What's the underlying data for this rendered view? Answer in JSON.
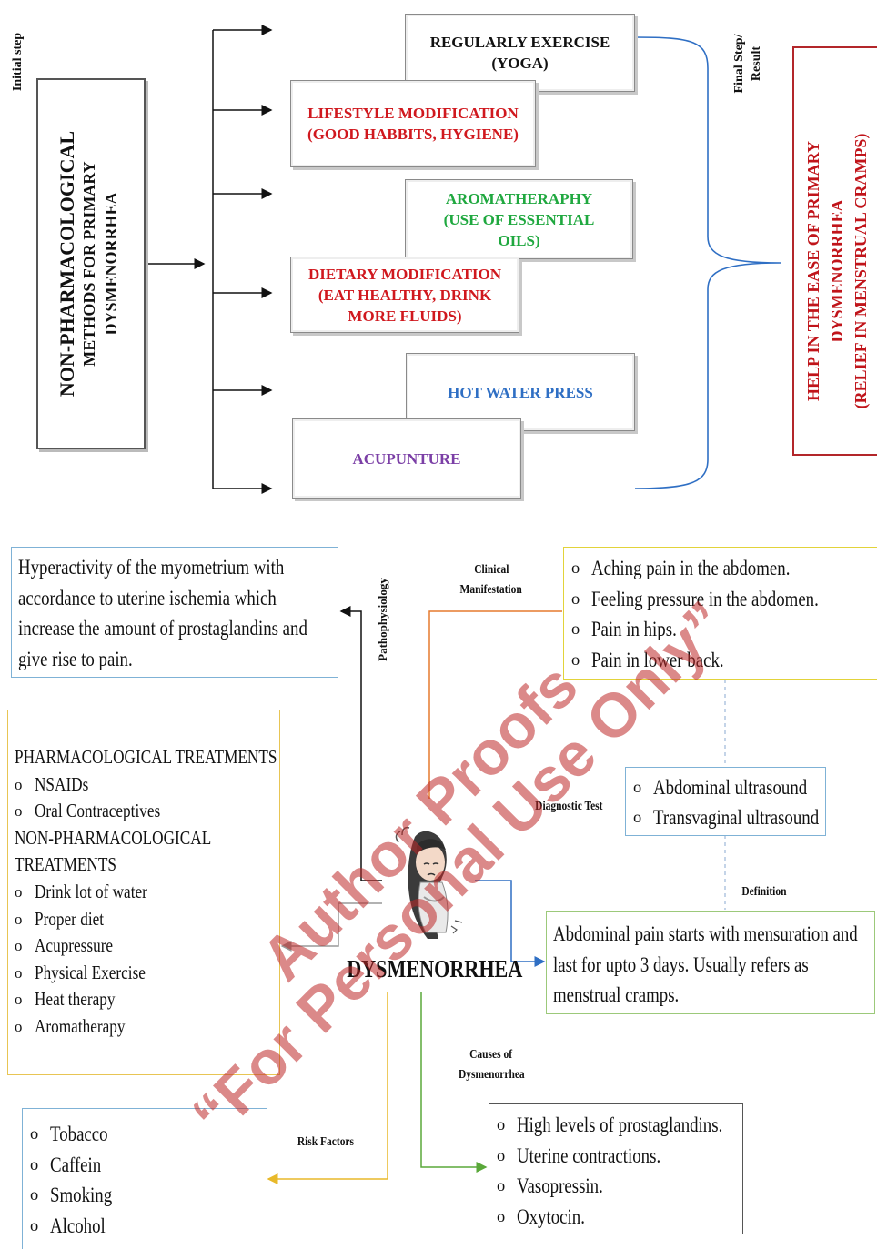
{
  "flow": {
    "initial_step_label": "Initial step",
    "final_step_label_1": "Final Step/",
    "final_step_label_2": "Result",
    "main_box_line1": "NON-PHARMACOLOGICAL",
    "main_box_line2": "METHODS FOR PRIMARY",
    "main_box_line3": "DYSMENORRHEA",
    "methods": [
      {
        "line1": "REGULARLY EXERCISE",
        "line2": "(YOGA)",
        "line3": "",
        "color": "#111111"
      },
      {
        "line1": "LIFESTYLE MODIFICATION",
        "line2": "(GOOD HABBITS, HYGIENE)",
        "line3": "",
        "color": "#d0181e"
      },
      {
        "line1": "AROMATHERAPHY",
        "line2": "(USE OF ESSENTIAL",
        "line3": "OILS)",
        "color": "#1fa83f"
      },
      {
        "line1": "DIETARY MODIFICATION",
        "line2": "(EAT HEALTHY, DRINK",
        "line3": "MORE FLUIDS)",
        "color": "#d0181e"
      },
      {
        "line1": "HOT WATER PRESS",
        "line2": "",
        "line3": "",
        "color": "#2f6fc4"
      },
      {
        "line1": "ACUPUNTURE",
        "line2": "",
        "line3": "",
        "color": "#7b3fa6"
      }
    ],
    "result_line1": "HELP IN THE EASE OF PRIMARY",
    "result_line2": "DYSMENORRHEA",
    "result_line3": "(RELIEF IN MENSTRUAL CRAMPS)",
    "result_color": "#c0141a"
  },
  "mindmap": {
    "center_title": "DYSMENORRHEA",
    "pathophysiology_label": "Pathophysiology",
    "pathophysiology_text_1": "Hyperactivity of the myometrium with",
    "pathophysiology_text_2": "accordance to uterine ischemia which",
    "pathophysiology_text_3": "increase the amount of prostaglandins and",
    "pathophysiology_text_4": "give rise to pain.",
    "clinical_label_1": "Clinical",
    "clinical_label_2": "Manifestation",
    "clinical_items": [
      "Aching pain in the abdomen.",
      "Feeling pressure in the abdomen.",
      "Pain in hips.",
      "Pain in lower back."
    ],
    "diagnostic_label": "Diagnostic Test",
    "diagnostic_items": [
      "Abdominal ultrasound",
      "Transvaginal ultrasound"
    ],
    "definition_label": "Definition",
    "definition_text_1": "Abdominal pain starts with mensuration and",
    "definition_text_2": "last for upto 3 days. Usually refers as",
    "definition_text_3": "menstrual cramps.",
    "treatments_heading_1": "PHARMACOLOGICAL  TREATMENTS",
    "pharma_items": [
      "NSAIDs",
      "Oral Contraceptives"
    ],
    "treatments_heading_2a": "NON-PHARMACOLOGICAL",
    "treatments_heading_2b": "TREATMENTS",
    "nonpharma_items": [
      "Drink lot of water",
      "Proper diet",
      "Acupressure",
      "Physical Exercise",
      "Heat therapy",
      "Aromatherapy"
    ],
    "causes_label_1": "Causes of",
    "causes_label_2": "Dysmenorrhea",
    "causes_items": [
      "High levels of prostaglandins.",
      "Uterine contractions.",
      "Vasopressin.",
      "Oxytocin."
    ],
    "risk_label": "Risk Factors",
    "risk_items": [
      "Tobacco",
      "Caffein",
      "Smoking",
      "Alcohol"
    ]
  },
  "watermark": {
    "line1": "Author Proofs",
    "line2": "“For Personal Use Only”"
  }
}
